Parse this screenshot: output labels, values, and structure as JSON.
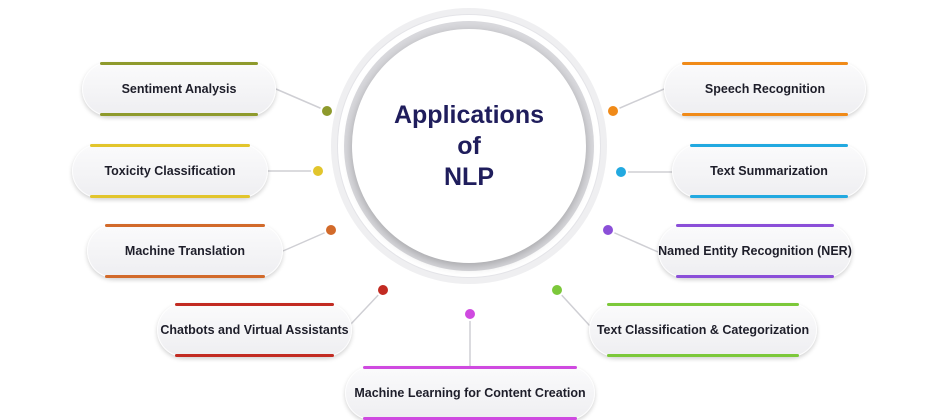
{
  "center": {
    "line1": "Applications",
    "line2": "of",
    "line3": "NLP"
  },
  "items": [
    {
      "label": "Sentiment Analysis",
      "color": "#8e9a2c"
    },
    {
      "label": "Toxicity Classification",
      "color": "#e2c52c"
    },
    {
      "label": "Machine Translation",
      "color": "#d26a2a"
    },
    {
      "label": "Chatbots and Virtual Assistants",
      "color": "#c22b22"
    },
    {
      "label": "Machine Learning for Content Creation",
      "color": "#cf4ae0"
    },
    {
      "label": "Speech Recognition",
      "color": "#f08a18"
    },
    {
      "label": "Text Summarization",
      "color": "#22a9e0"
    },
    {
      "label": "Named Entity Recognition (NER)",
      "color": "#8b4fd8"
    },
    {
      "label": "Text Classification & Categorization",
      "color": "#7cc83a"
    }
  ]
}
